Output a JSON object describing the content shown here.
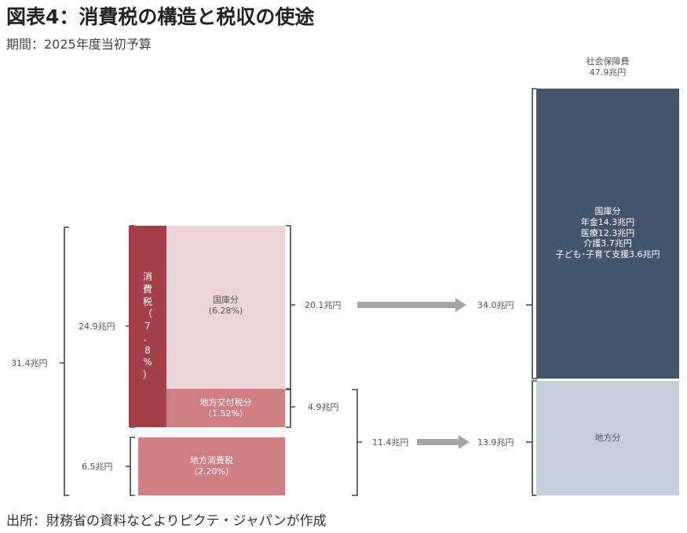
{
  "title": "図表4：消費税の構造と税収の使途",
  "subtitle": "期間：2025年度当初予算",
  "footer": "出所：財務省の資料などよりピクテ・ジャパンが作成",
  "colors": {
    "consumption_tax": "#a3404a",
    "national": "#ecd5d6",
    "local": "#cf7f84",
    "social_national": "#44546b",
    "social_local": "#c5cfdc",
    "arrow": "#a6a6a6"
  },
  "consumption_tax_label": [
    "消",
    "費",
    "税",
    "（",
    "7",
    "．",
    "8",
    "%",
    "）"
  ],
  "national": {
    "label": "国庫分",
    "rate": "(6.28%)"
  },
  "local_grant": {
    "label": "地方交付税分",
    "rate": "(1.52%)"
  },
  "local_consumption": {
    "label": "地方消費税",
    "rate": "(2.20%)"
  },
  "amounts": {
    "total": "31.4兆円",
    "national_total": "24.9兆円",
    "local_consumption": "6.5兆円",
    "national_share": "20.1兆円",
    "local_grant": "4.9兆円",
    "local_total": "11.4兆円",
    "social_national": "34.0兆円",
    "social_local": "13.9兆円"
  },
  "social_security": {
    "title": "社会保障費",
    "total": "47.9兆円",
    "national_lines": [
      "国庫分",
      "年金14.3兆円",
      "医療12.3兆円",
      "介護3.7兆円",
      "子ども･子育て支援3.6兆円"
    ],
    "local_label": "地方分"
  }
}
